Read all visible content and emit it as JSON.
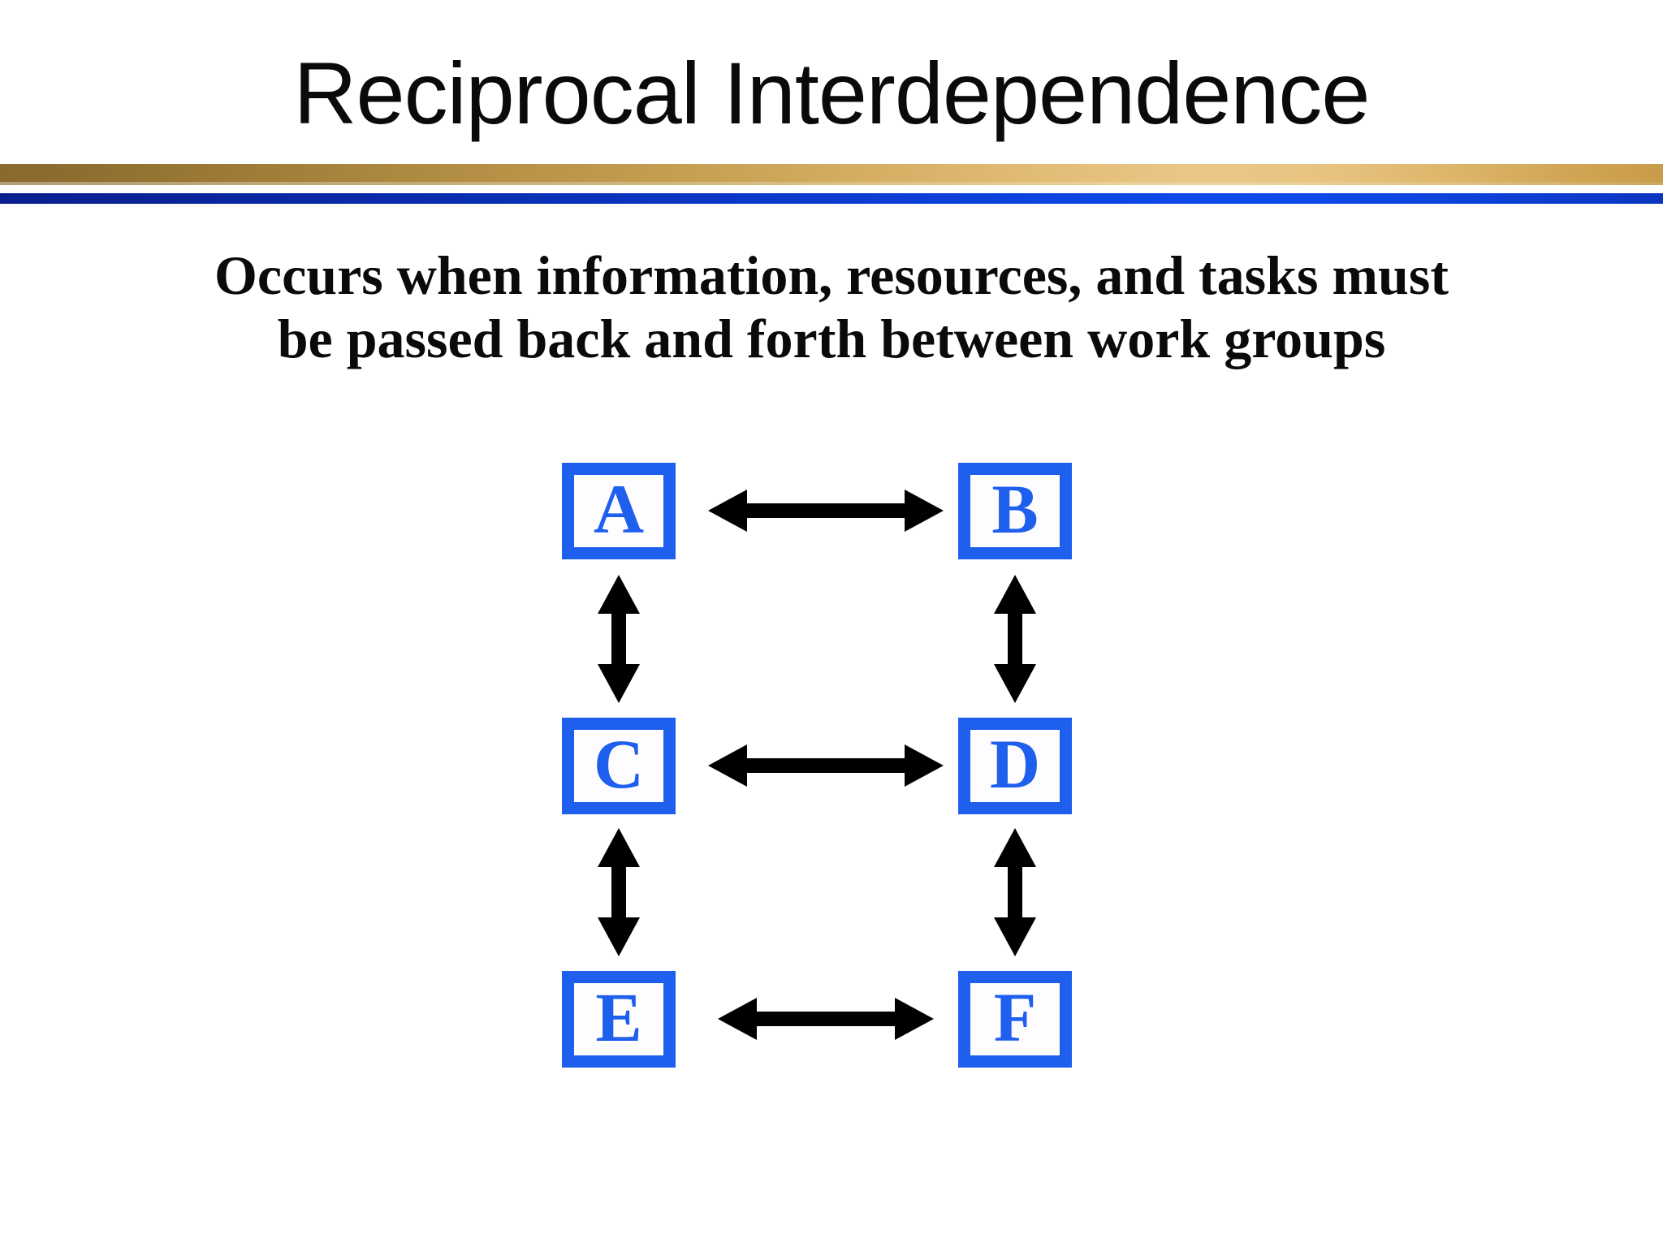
{
  "slide": {
    "title": "Reciprocal Interdependence",
    "subtitle_line1": "Occurs when information, resources, and tasks must",
    "subtitle_line2": "be passed back and forth between work groups",
    "background_color": "#ffffff",
    "title_color": "#0a0a0a",
    "accent_gold": "#c49d51",
    "accent_blue": "#0c3dd2",
    "node_color": "#1f5fee",
    "arrow_color": "#000000"
  },
  "diagram": {
    "type": "node-link",
    "layout": "3 rows x 2 columns",
    "nodes": [
      {
        "id": "A",
        "label": "A",
        "row": 1,
        "col": "left"
      },
      {
        "id": "B",
        "label": "B",
        "row": 1,
        "col": "right"
      },
      {
        "id": "C",
        "label": "C",
        "row": 2,
        "col": "left"
      },
      {
        "id": "D",
        "label": "D",
        "row": 2,
        "col": "right"
      },
      {
        "id": "E",
        "label": "E",
        "row": 3,
        "col": "left"
      },
      {
        "id": "F",
        "label": "F",
        "row": 3,
        "col": "right"
      }
    ],
    "edges": [
      {
        "from": "A",
        "to": "B",
        "direction": "bidirectional",
        "orientation": "horizontal"
      },
      {
        "from": "C",
        "to": "D",
        "direction": "bidirectional",
        "orientation": "horizontal"
      },
      {
        "from": "E",
        "to": "F",
        "direction": "bidirectional",
        "orientation": "horizontal"
      },
      {
        "from": "A",
        "to": "C",
        "direction": "bidirectional",
        "orientation": "vertical"
      },
      {
        "from": "B",
        "to": "D",
        "direction": "bidirectional",
        "orientation": "vertical"
      },
      {
        "from": "C",
        "to": "E",
        "direction": "bidirectional",
        "orientation": "vertical"
      },
      {
        "from": "D",
        "to": "F",
        "direction": "bidirectional",
        "orientation": "vertical"
      }
    ]
  }
}
